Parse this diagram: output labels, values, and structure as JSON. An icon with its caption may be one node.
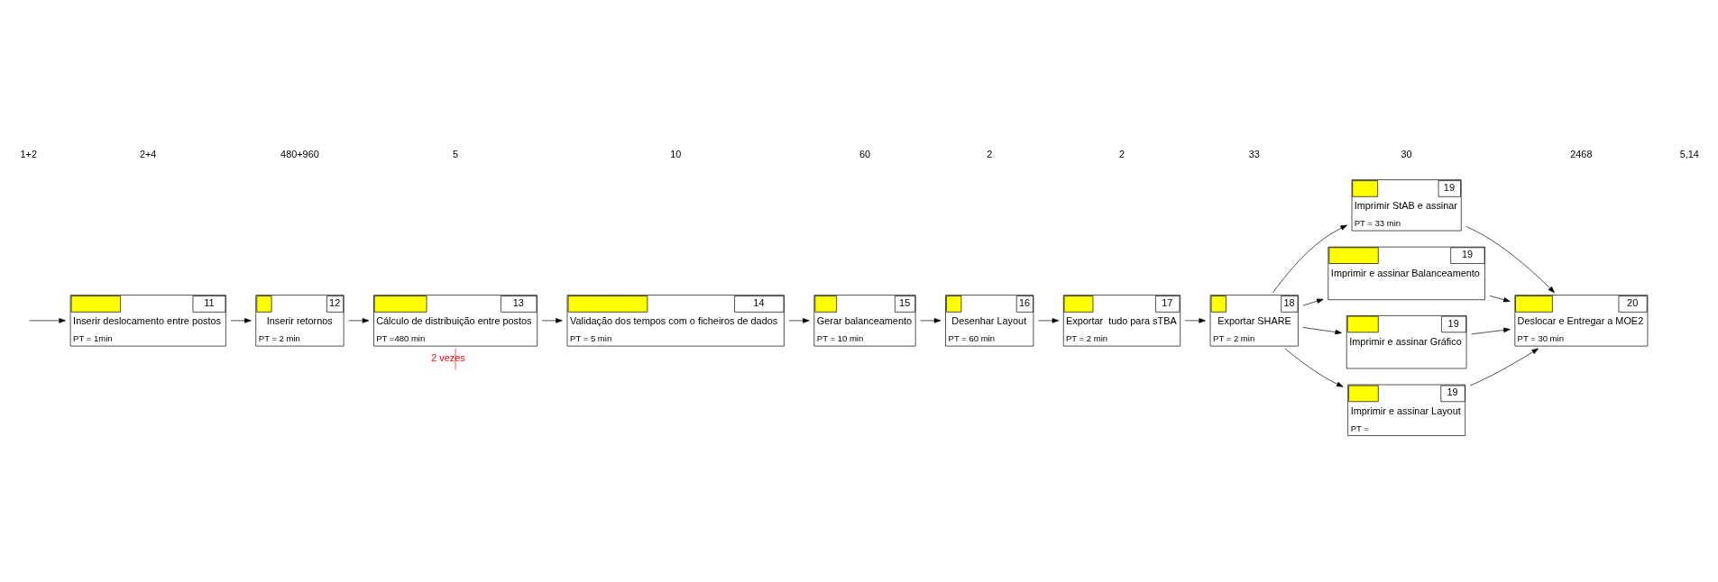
{
  "diagram": {
    "nodes": [
      {
        "text": [
          "11",
          "Inserir deslocamento entre postos",
          "PT = 1min"
        ]
      },
      {
        "text": [
          "12",
          "Inserir retornos",
          "PT = 2 min"
        ]
      },
      {
        "text": [
          "13",
          "Cálculo de distribuição entre postos",
          "PT =480 min"
        ]
      },
      {
        "text": [
          "14",
          "Validação dos tempos com o ficheiros de dados",
          "PT = 5 min"
        ]
      },
      {
        "text": [
          "15",
          "Gerar balanceamento",
          "PT = 10 min"
        ]
      },
      {
        "text": [
          "16",
          "Desenhar Layout",
          "PT = 60 min"
        ]
      },
      {
        "text": [
          "17",
          "Exportar  tudo para sTBA",
          "PT = 2 min"
        ]
      },
      {
        "text": [
          "18",
          "Exportar SHARE",
          "PT = 2 min"
        ]
      },
      {
        "text": [
          "19",
          "Imprimir StAB e assinar",
          "PT = 33 min"
        ]
      },
      {
        "text": [
          "19",
          "Imprimir e assinar Balanceamento"
        ]
      },
      {
        "text": [
          "19",
          "Imprimir e assinar Gráfico"
        ]
      },
      {
        "text": [
          "19",
          "Imprimir e assinar Layout",
          "PT ="
        ]
      },
      {
        "text": [
          "20",
          "Deslocar e Entregar a MOE2",
          "PT = 30 min"
        ]
      }
    ],
    "edges": [
      {
        "from": null,
        "to": 0,
        "arrow": "to"
      },
      {
        "from": 0,
        "to": 1,
        "arrow": "to"
      },
      {
        "from": 1,
        "to": 2,
        "arrow": "to"
      },
      {
        "from": 2,
        "to": 3,
        "arrow": "to"
      },
      {
        "from": 2,
        "to": null,
        "arrow": "none",
        "label": "2 vezes",
        "color": "#ff0000"
      },
      {
        "from": 3,
        "to": 4,
        "arrow": "to"
      },
      {
        "from": 4,
        "to": 5,
        "arrow": "to"
      },
      {
        "from": 5,
        "to": 6,
        "arrow": "to"
      },
      {
        "from": 6,
        "to": 7,
        "arrow": "to"
      },
      {
        "from": 7,
        "to": 8,
        "arrow": "to"
      },
      {
        "from": 7,
        "to": 9,
        "arrow": "to"
      },
      {
        "from": 7,
        "to": 10,
        "arrow": "to"
      },
      {
        "from": 7,
        "to": 11,
        "arrow": "to"
      },
      {
        "from": 8,
        "to": 12,
        "arrow": "to"
      },
      {
        "from": 9,
        "to": 12,
        "arrow": "to"
      },
      {
        "from": 10,
        "to": 12,
        "arrow": "to"
      },
      {
        "from": 11,
        "to": 12,
        "arrow": "to"
      }
    ],
    "labels": [
      "1+2",
      "2+4",
      "480+960",
      "5",
      "10",
      "60",
      "2",
      "2",
      "33",
      "30",
      "2468",
      "5,14"
    ]
  }
}
